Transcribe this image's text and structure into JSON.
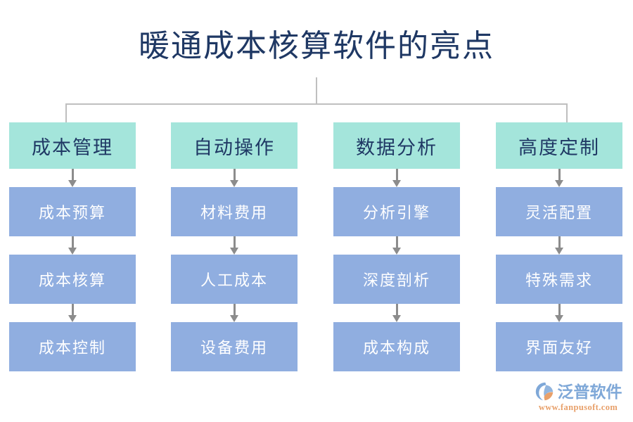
{
  "page": {
    "title": "暖通成本核算软件的亮点",
    "background_color": "#ffffff"
  },
  "theme": {
    "title_color": "#1f3864",
    "header_box_color": "#a4e5db",
    "header_text_color": "#1f3864",
    "step_box_color": "#90aee0",
    "step_text_color": "#ffffff",
    "connector_color": "#bfbfbf",
    "arrow_color": "#8c8c8c"
  },
  "diagram": {
    "type": "org-chart",
    "root": "暖通成本核算软件的亮点",
    "columns": [
      {
        "header": "成本管理",
        "steps": [
          "成本预算",
          "成本核算",
          "成本控制"
        ]
      },
      {
        "header": "自动操作",
        "steps": [
          "材料费用",
          "人工成本",
          "设备费用"
        ]
      },
      {
        "header": "数据分析",
        "steps": [
          "分析引擎",
          "深度剖析",
          "成本构成"
        ]
      },
      {
        "header": "高度定制",
        "steps": [
          "灵活配置",
          "特殊需求",
          "界面友好"
        ]
      }
    ]
  },
  "watermark": {
    "brand": "泛普软件",
    "url": "www.fanpusoft.com",
    "brand_color": "#7fa8d8",
    "url_color": "#e8a06a"
  }
}
